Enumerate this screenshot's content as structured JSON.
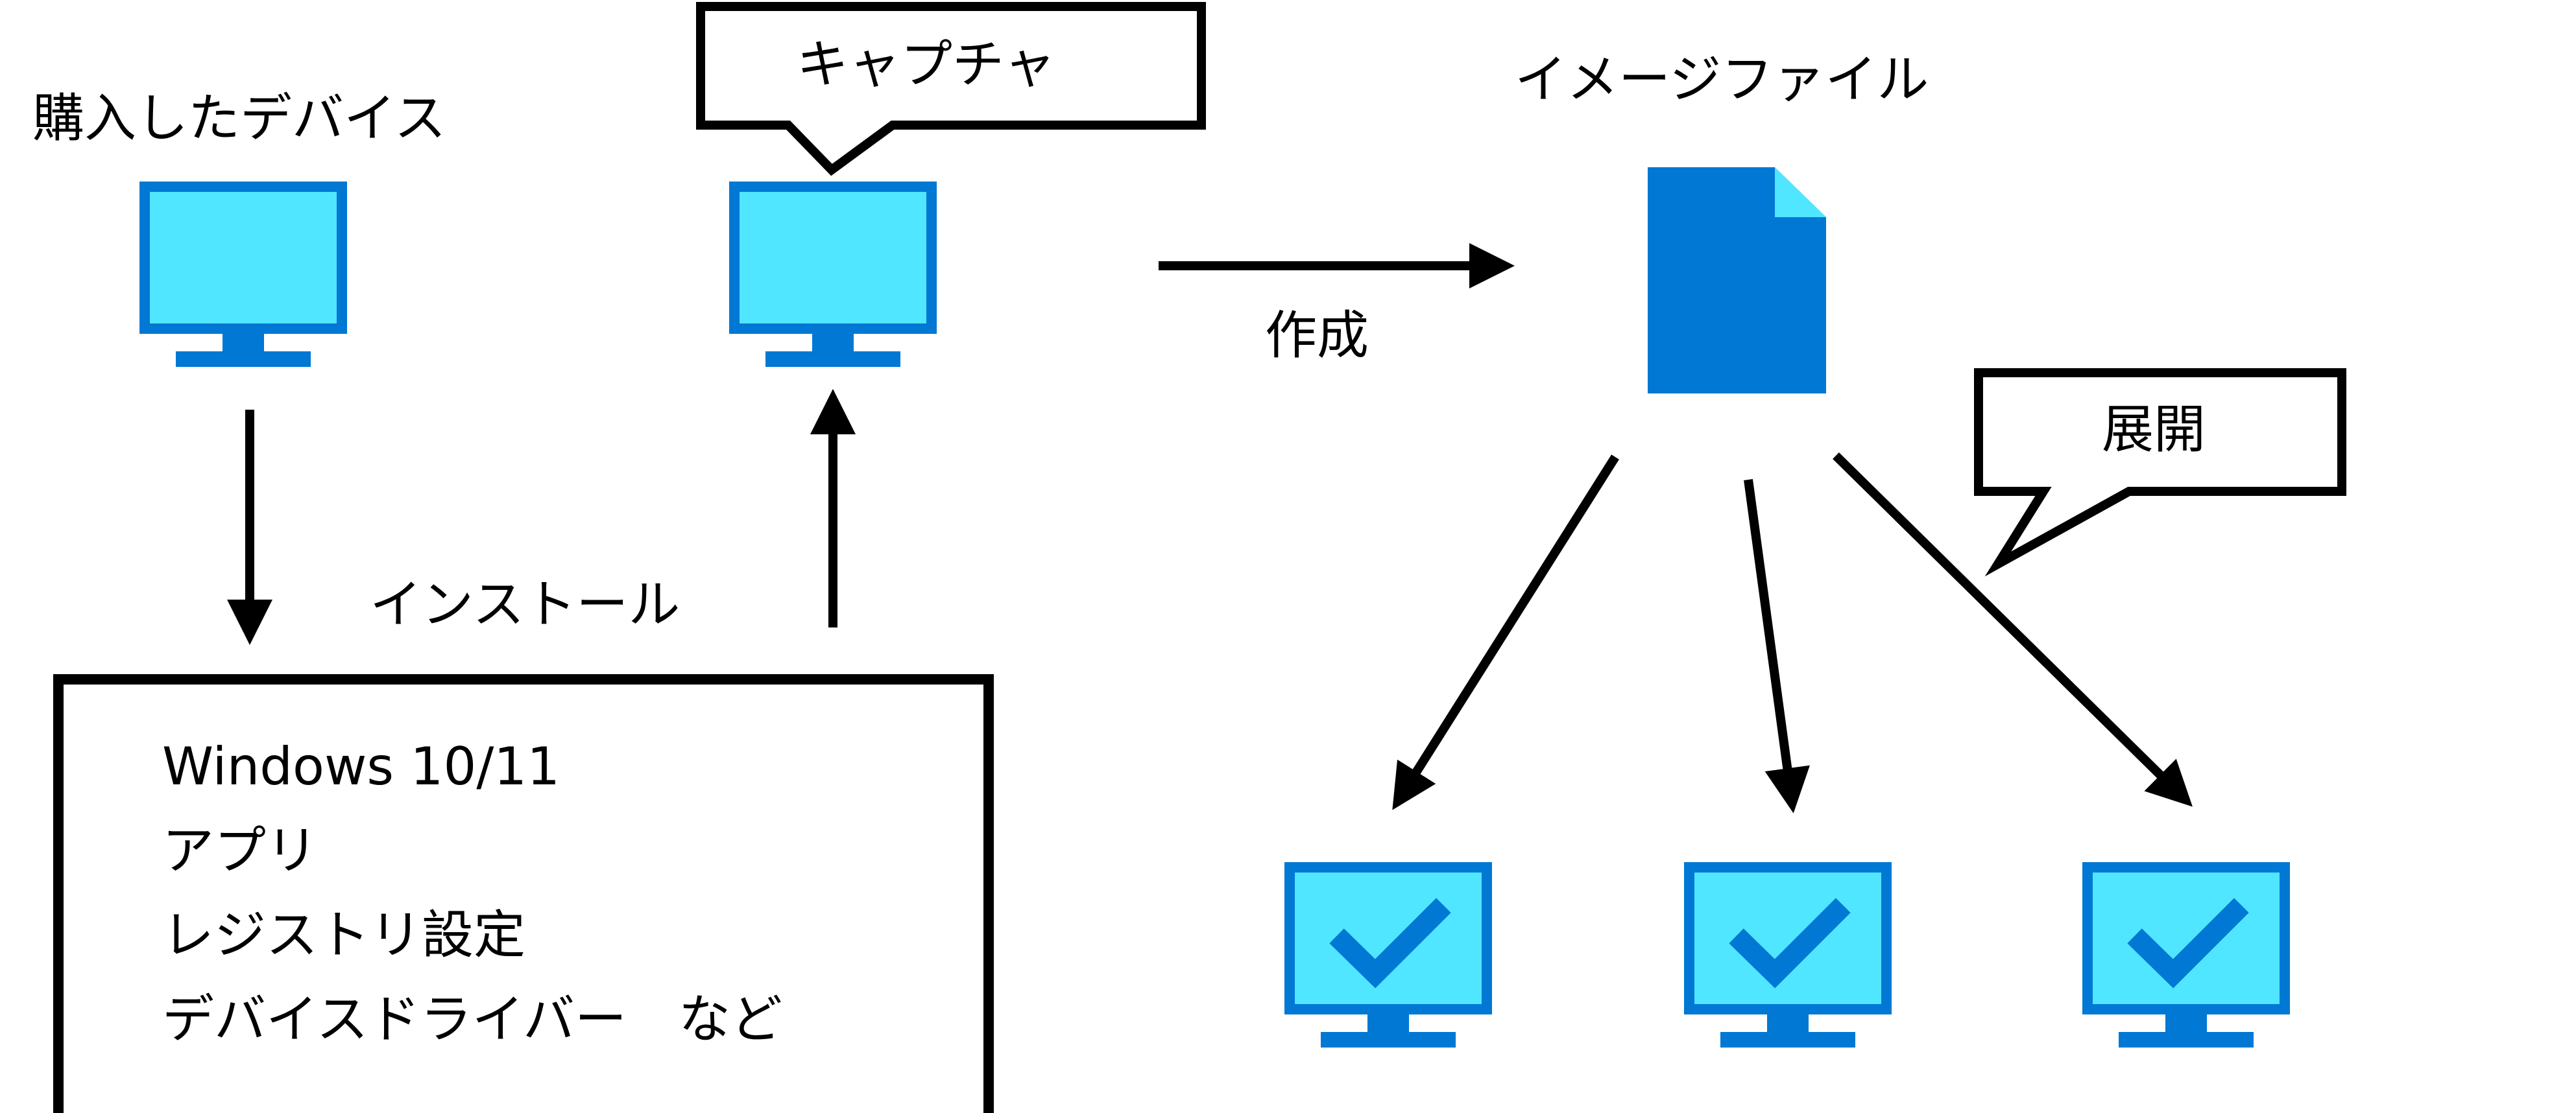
{
  "colors": {
    "monitor_frame": "#0078d4",
    "monitor_screen": "#50e6ff",
    "file_body": "#0078d4",
    "file_corner": "#50e6ff",
    "checkmark": "#0078d4",
    "ink": "#000000"
  },
  "labels": {
    "purchased_device": "購入したデバイス",
    "capture": "キャプチャ",
    "image_file": "イメージファイル",
    "create": "作成",
    "install": "インストール",
    "deploy": "展開"
  },
  "install_box": {
    "lines": [
      "Windows 10/11",
      "アプリ",
      "レジストリ設定",
      "デバイスドライバー　など"
    ]
  },
  "icons": {
    "source_device": "monitor-icon",
    "capture_device": "monitor-icon",
    "image_file": "file-icon",
    "deployed_device": "monitor-check-icon"
  }
}
